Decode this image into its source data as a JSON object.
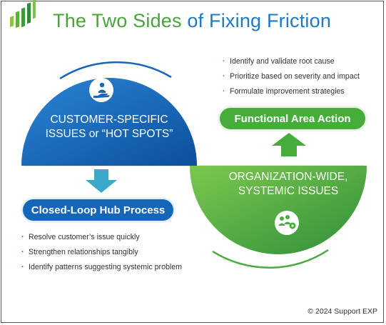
{
  "title": {
    "part1": "The Two Sides ",
    "part2": "of Fixing Friction"
  },
  "left": {
    "heading_line1": "CUSTOMER-SPECIFIC",
    "heading_line2": "ISSUES or “HOT SPOTS”",
    "icon": "customer-service-icon",
    "process_label": "Closed-Loop Hub Process",
    "bullets": [
      "Resolve customer’s issue quickly",
      "Strengthen relationships tangibly",
      "Identify patterns suggesting systemic problem"
    ]
  },
  "right": {
    "heading_line1": "ORGANIZATION-WIDE,",
    "heading_line2": "SYSTEMIC ISSUES",
    "icon": "team-settings-icon",
    "action_label": "Functional Area Action",
    "bullets": [
      "Identify and validate root cause",
      "Prioritize based on severity and impact",
      "Formulate improvement strategies"
    ]
  },
  "copyright": "© 2024 Support EXP",
  "colors": {
    "blue": "#1565b8",
    "green": "#45ad3a",
    "arrow_blue": "#3aa8c8",
    "arrow_green": "#45ad3a"
  }
}
